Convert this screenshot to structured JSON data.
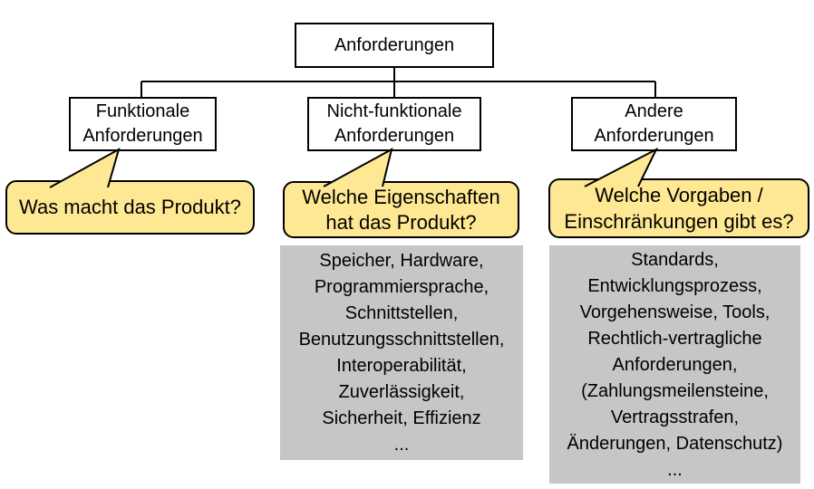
{
  "colors": {
    "bubble_fill": "#FFE893",
    "panel_fill": "#C6C6C6",
    "line_color": "#000000",
    "box_fill": "#FFFFFF"
  },
  "root_box": {
    "label": "Anforderungen"
  },
  "branches": [
    {
      "name": "Funktionale Anforderungen",
      "box_lines": [
        "Funktionale",
        "Anforderungen"
      ],
      "question_lines": [
        "Was macht das Produkt?"
      ],
      "details": []
    },
    {
      "name": "Nicht-funktionale Anforderungen",
      "box_lines": [
        "Nicht-funktionale",
        "Anforderungen"
      ],
      "question_lines": [
        "Welche Eigenschaften",
        "hat das Produkt?"
      ],
      "details": [
        "Speicher, Hardware,",
        "Programmiersprache,",
        "Schnittstellen,",
        "Benutzungsschnittstellen,",
        "Interoperabilität,",
        "Zuverlässigkeit,",
        "Sicherheit, Effizienz",
        "..."
      ]
    },
    {
      "name": "Andere Anforderungen",
      "box_lines": [
        "Andere",
        "Anforderungen"
      ],
      "question_lines": [
        "Welche Vorgaben /",
        "Einschränkungen gibt es?"
      ],
      "details": [
        "Standards,",
        "Entwicklungsprozess,",
        "Vorgehensweise, Tools,",
        "Rechtlich-vertragliche",
        "Anforderungen,",
        "(Zahlungsmeilensteine,",
        "Vertragsstrafen,",
        "Änderungen, Datenschutz)",
        "..."
      ]
    }
  ]
}
